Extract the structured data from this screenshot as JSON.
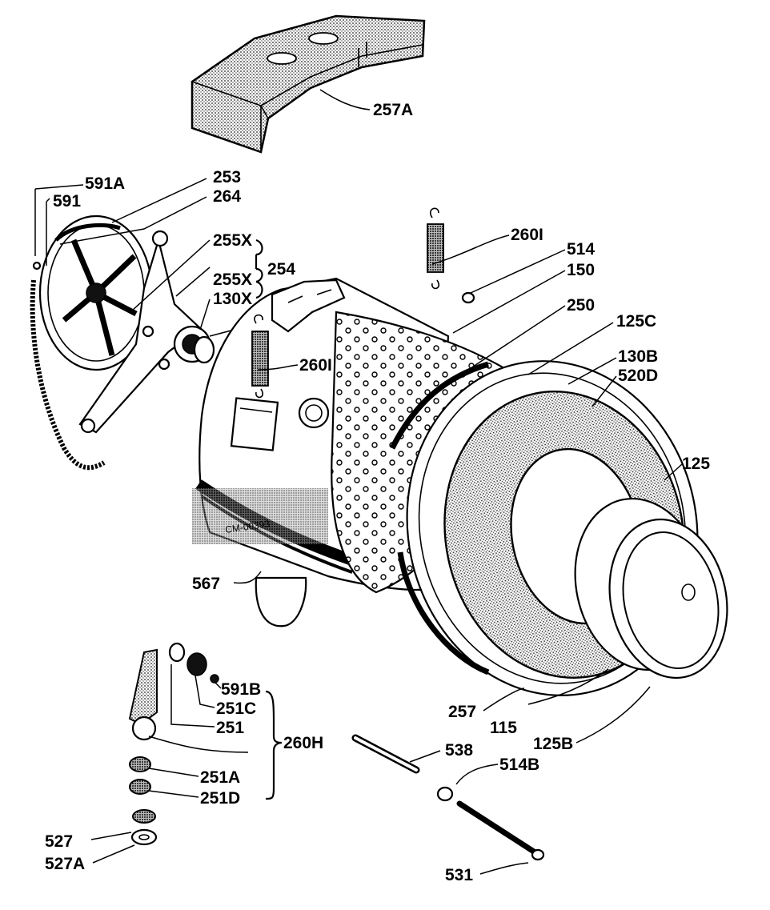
{
  "drawing_code": "CM-00393",
  "callouts": {
    "c257A": "257A",
    "c591A": "591A",
    "c591": "591",
    "c253": "253",
    "c264": "264",
    "c255X_1": "255X",
    "c254": "254",
    "c255X_2": "255X",
    "c130X": "130X",
    "c260I_top": "260I",
    "c514": "514",
    "c150": "150",
    "c250": "250",
    "c125C": "125C",
    "c260I_mid": "260I",
    "c130B": "130B",
    "c520D": "520D",
    "c125": "125",
    "c567": "567",
    "c591B": "591B",
    "c251C": "251C",
    "c251": "251",
    "c260H": "260H",
    "c251A": "251A",
    "c251D": "251D",
    "c527": "527",
    "c527A": "527A",
    "c257": "257",
    "c115": "115",
    "c125B": "125B",
    "c538": "538",
    "c514B": "514B",
    "c531": "531"
  },
  "colors": {
    "ink": "#000000",
    "paper": "#ffffff",
    "stipple": "#8a8a8a"
  }
}
